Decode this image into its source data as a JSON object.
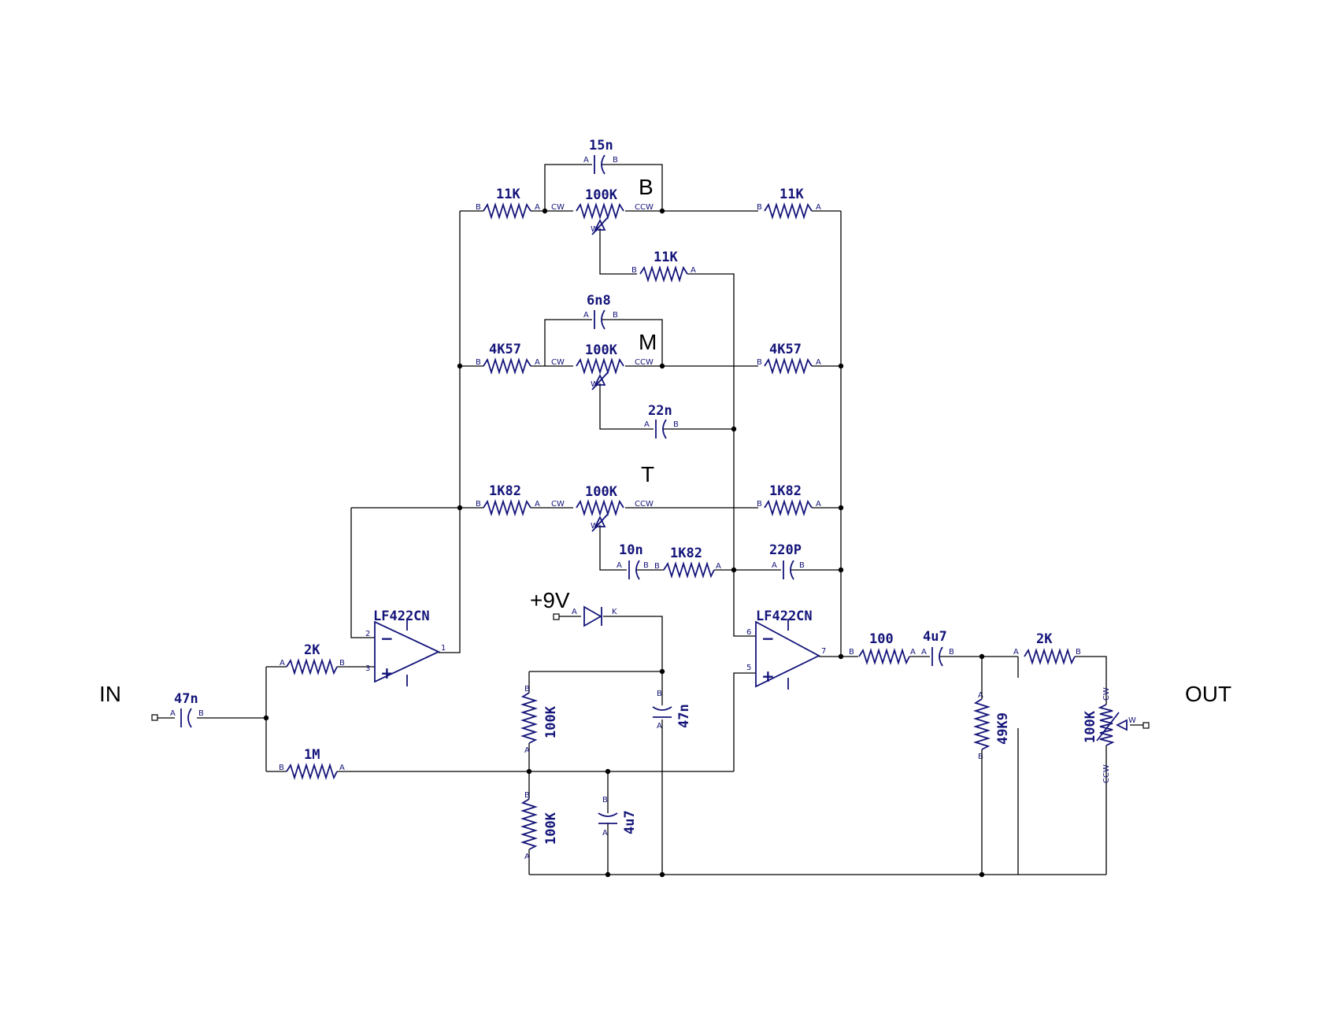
{
  "labels": {
    "input": "IN",
    "output": "OUT",
    "supply": "+9V",
    "bass": "B",
    "mid": "M",
    "treble": "T"
  },
  "opamps": {
    "u1": {
      "part": "LF422CN",
      "pin_inv": "2",
      "pin_noninv": "3",
      "pin_out": "1"
    },
    "u2": {
      "part": "LF422CN",
      "pin_inv": "6",
      "pin_noninv": "5",
      "pin_out": "7"
    }
  },
  "components": {
    "c_bass": "15n",
    "r_bass_left": "11K",
    "pot_bass": "100K",
    "r_bass_right": "11K",
    "r_bass_wiper": "11K",
    "c_mid": "6n8",
    "r_mid_left": "4K57",
    "pot_mid": "100K",
    "r_mid_right": "4K57",
    "c_mid_wiper": "22n",
    "r_treble_left": "1K82",
    "pot_treble": "100K",
    "r_treble_right": "1K82",
    "c_treble_wiper": "10n",
    "r_treble_wiper": "1K82",
    "c_feedback": "220P",
    "c_input": "47n",
    "r_input": "2K",
    "r_bias_feed": "1M",
    "r_div_top": "100K",
    "r_div_bottom": "100K",
    "c_bias": "4u7",
    "c_supply": "47n",
    "r_out": "100",
    "c_out": "4u7",
    "r_out2": "2K",
    "r_shunt": "49K9",
    "pot_volume": "100K"
  },
  "pins": {
    "a": "A",
    "b": "B",
    "k": "K",
    "w": "W",
    "cw": "CW",
    "ccw": "CCW",
    "minus": "−",
    "plus": "+"
  }
}
